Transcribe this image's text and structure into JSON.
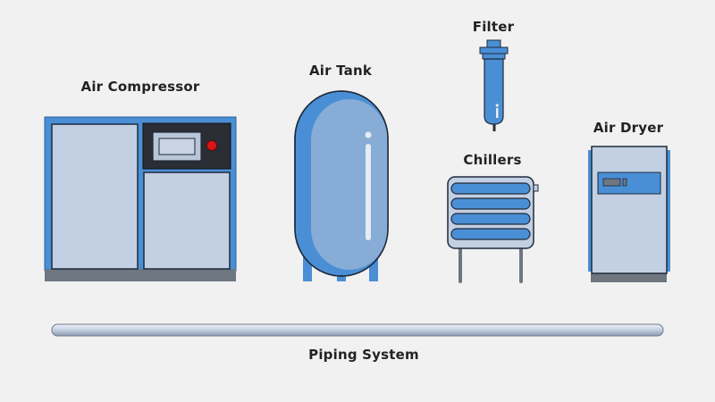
{
  "labels": {
    "air_compressor": "Air Compressor",
    "air_tank": "Air Tank",
    "filter": "Filter",
    "chillers": "Chillers",
    "air_dryer": "Air Dryer",
    "piping_system": "Piping System"
  },
  "colors": {
    "background": "#f1f1f1",
    "frame_blue": "#4a8fd6",
    "panel_light": "#c3d0e3",
    "outline": "#1f2a3a",
    "base_grey": "#6e7680",
    "control_panel": "#2a2d33",
    "indicator_red": "#d91515",
    "tank_body": "#87acd6",
    "pipe": "#c9d4e3"
  },
  "icons": {
    "air_compressor": "air-compressor-icon",
    "air_tank": "air-tank-icon",
    "filter": "filter-icon",
    "chillers": "chiller-icon",
    "air_dryer": "air-dryer-icon",
    "piping_system": "pipe-icon"
  }
}
